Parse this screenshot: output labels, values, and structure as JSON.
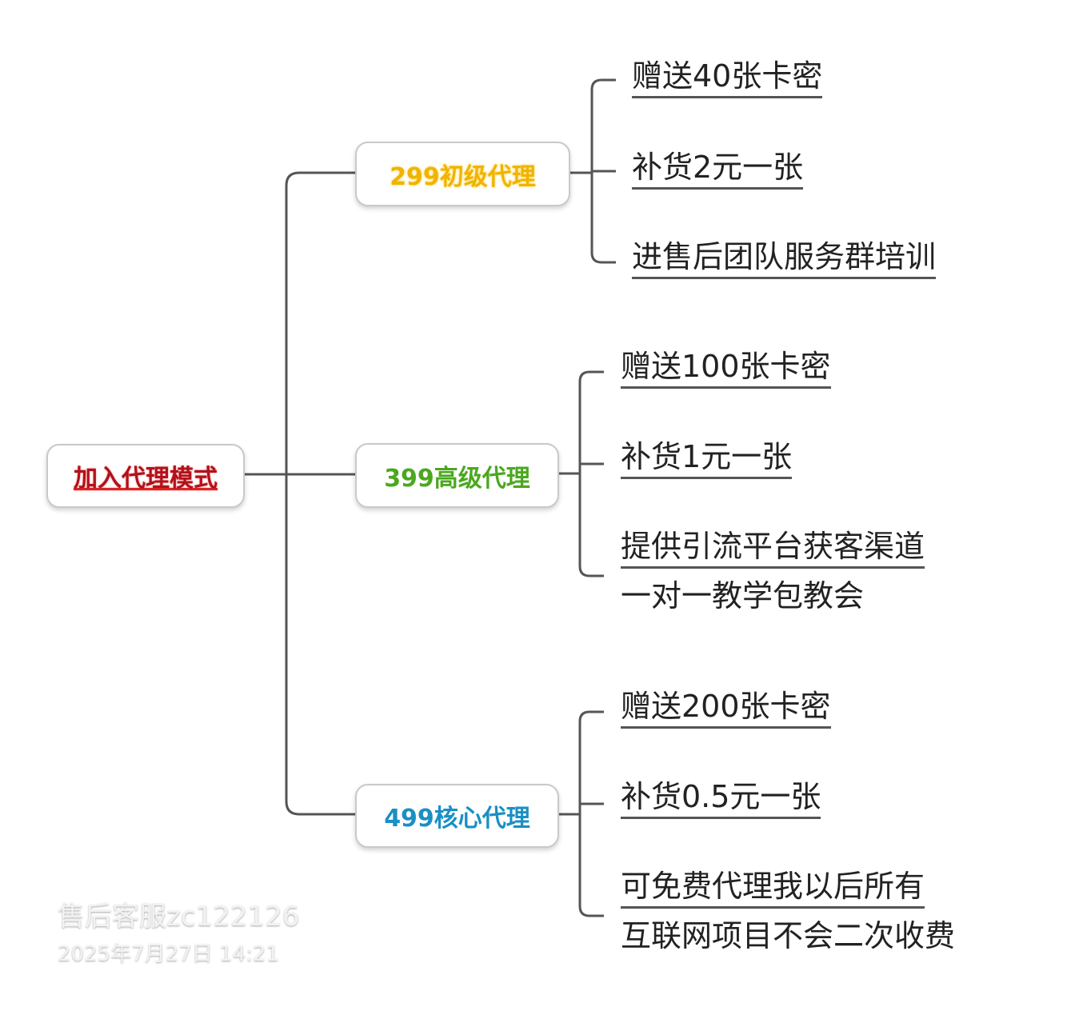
{
  "root": {
    "label": "加入代理模式"
  },
  "branches": [
    {
      "label": "299初级代理",
      "color": "#f0b400",
      "leaves": [
        "赠送40张卡密",
        "补货2元一张",
        "进售后团队服务群培训"
      ]
    },
    {
      "label": "399高级代理",
      "color": "#4aa81e",
      "leaves": [
        "赠送100张卡密",
        "补货1元一张",
        "提供引流平台获客渠道",
        "一对一教学包教会"
      ]
    },
    {
      "label": "499核心代理",
      "color": "#1a8fc4",
      "leaves": [
        "赠送200张卡密",
        "补货0.5元一张",
        "可免费代理我以后所有",
        "互联网项目不会二次收费"
      ]
    }
  ],
  "watermark": {
    "line1": "售后客服zc122126",
    "line2": "2025年7月27日 14:21"
  }
}
